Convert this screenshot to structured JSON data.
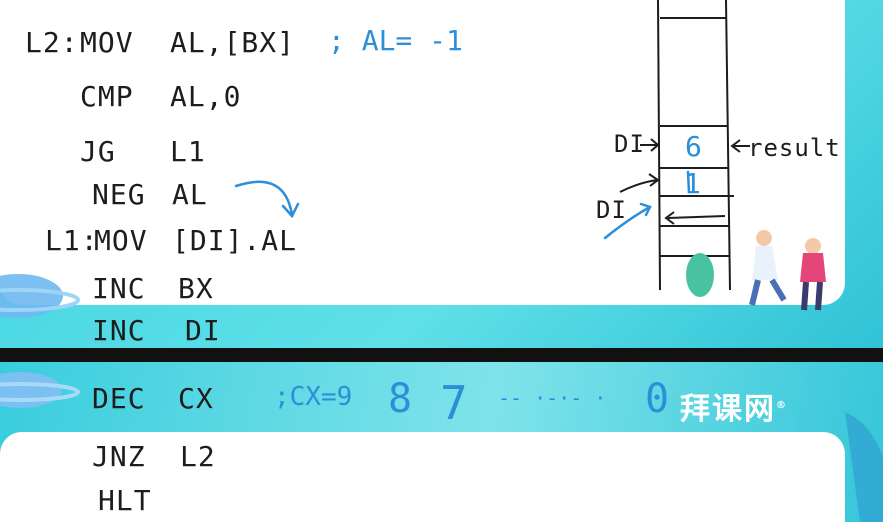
{
  "code": [
    {
      "label": "L2:",
      "op": "MOV",
      "args": "AL,[BX]"
    },
    {
      "label": "",
      "op": "CMP",
      "args": "AL,0"
    },
    {
      "label": "",
      "op": "JG",
      "args": "L1"
    },
    {
      "label": "",
      "op": "NEG",
      "args": "AL"
    },
    {
      "label": "L1:",
      "op": "MOV",
      "args": "[DI].AL"
    },
    {
      "label": "",
      "op": "INC",
      "args": "BX"
    },
    {
      "label": "",
      "op": "INC",
      "args": "DI"
    },
    {
      "label": "",
      "op": "DEC",
      "args": "CX"
    },
    {
      "label": "",
      "op": "JNZ",
      "args": "L2"
    },
    {
      "label": "",
      "op": "HLT",
      "args": ""
    }
  ],
  "comments": {
    "al": "; AL= -1",
    "cx": ";CX=9",
    "cx_countdown": [
      "8",
      "7",
      "-- ·-·- ·",
      "0"
    ]
  },
  "memory_diagram": {
    "di_label_1": "DI",
    "di_label_2": "DI",
    "cell_value_1": "6",
    "cell_value_2": "1",
    "result_label": "result"
  },
  "brand": {
    "text": "拜课网",
    "mark": "®"
  },
  "colors": {
    "ink": "#1d1d1d",
    "annotation": "#2c8fd8",
    "frame": "#3fd0de"
  }
}
